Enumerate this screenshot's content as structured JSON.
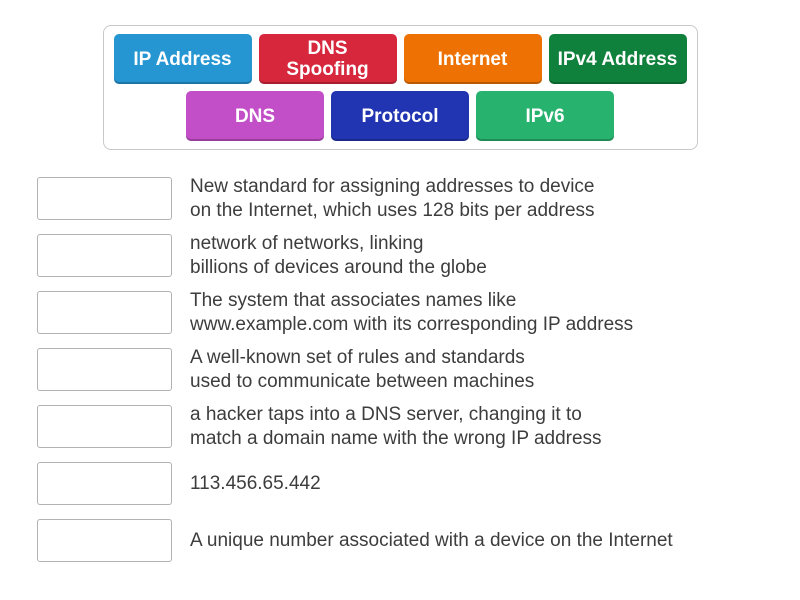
{
  "word_bank": {
    "tiles": [
      {
        "label": "IP Address",
        "color": "#2596d2"
      },
      {
        "label": "DNS\nSpoofing",
        "color": "#d6273d"
      },
      {
        "label": "Internet",
        "color": "#ee7203"
      },
      {
        "label": "IPv4 Address",
        "color": "#0f813c"
      },
      {
        "label": "DNS",
        "color": "#c24fc8"
      },
      {
        "label": "Protocol",
        "color": "#2135b2"
      },
      {
        "label": "IPv6",
        "color": "#27b26e"
      }
    ]
  },
  "rows": [
    {
      "text": "New standard for assigning addresses to device\non the Internet, which uses 128 bits per address"
    },
    {
      "text": "network of networks, linking\nbillions of devices around the globe"
    },
    {
      "text": "The system that associates names like\nwww.example.com with its corresponding IP address"
    },
    {
      "text": "A well-known set of rules and standards\nused to communicate between machines"
    },
    {
      "text": "a hacker taps into a DNS server, changing it to\nmatch a domain name with the wrong IP address"
    },
    {
      "text": "113.456.65.442"
    },
    {
      "text": "A unique number associated with a device on the Internet"
    }
  ]
}
